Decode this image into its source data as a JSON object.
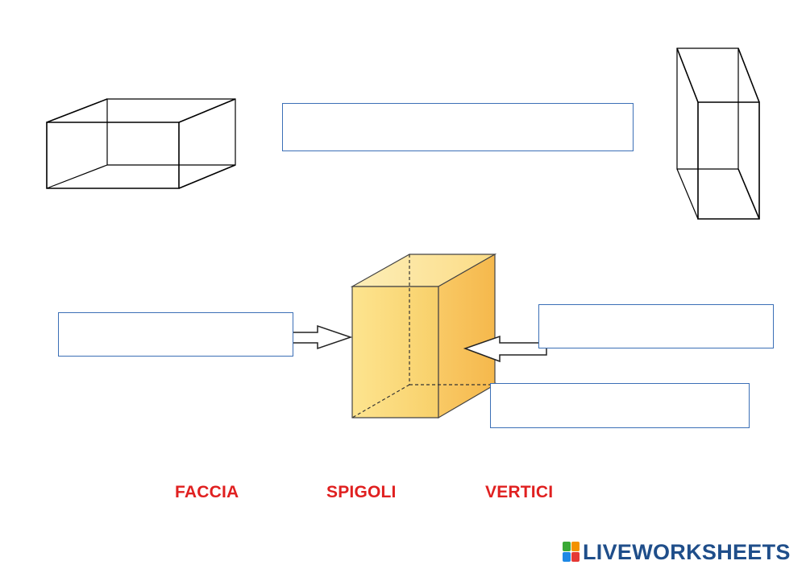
{
  "labels": {
    "word_1": "FACCIA",
    "word_2": "SPIGOLI",
    "word_3": "VERTICI"
  },
  "logo": {
    "text": "LIVEWORKSHEETS",
    "mark_colors": [
      "#3aa935",
      "#f39200",
      "#1e88e5",
      "#e53935"
    ]
  },
  "colors": {
    "label_red": "#e02020",
    "box_border": "#3b6fb6",
    "solid_front": "#fbe28a",
    "solid_side": "#f7c35a",
    "solid_top": "#fde9a8"
  }
}
